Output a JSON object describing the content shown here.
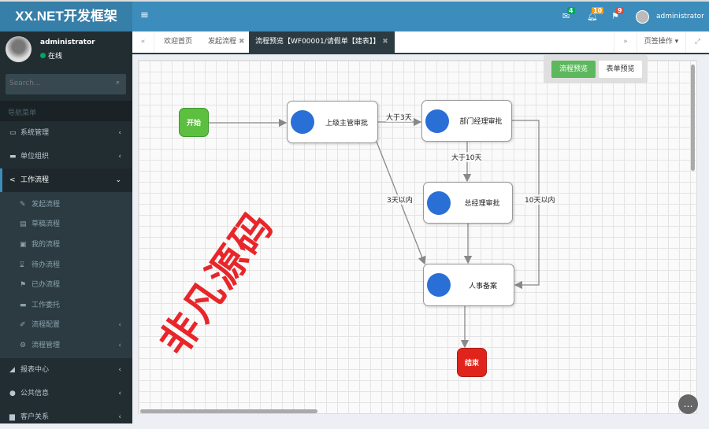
{
  "app": {
    "logo": "XX.NET开发框架",
    "menu_toggle": "≡"
  },
  "topbar": {
    "mail_count": "4",
    "bell_count": "10",
    "flag_count": "9",
    "user": "administrator",
    "colors": {
      "bar": "#3c8dbc",
      "mail": "#00a65a",
      "bell": "#f39c12",
      "flag": "#dd4b39"
    }
  },
  "user_panel": {
    "name": "administrator",
    "status": "在线"
  },
  "search": {
    "placeholder": "Search..."
  },
  "nav_header": "导航菜单",
  "menu": [
    {
      "label": "系统管理",
      "icon": "desktop-icon"
    },
    {
      "label": "单位组织",
      "icon": "laptop-icon"
    },
    {
      "label": "工作流程",
      "icon": "share-icon",
      "expanded": true
    },
    {
      "label": "报表中心",
      "icon": "area-chart-icon"
    },
    {
      "label": "公共信息",
      "icon": "globe-icon"
    },
    {
      "label": "客户关系",
      "icon": "briefcase-icon"
    }
  ],
  "submenu": [
    {
      "label": "发起流程",
      "icon": "edit-icon"
    },
    {
      "label": "草稿流程",
      "icon": "file-icon"
    },
    {
      "label": "我的流程",
      "icon": "file-image-icon"
    },
    {
      "label": "待办流程",
      "icon": "hourglass-icon"
    },
    {
      "label": "已办流程",
      "icon": "flag-icon"
    },
    {
      "label": "工作委托",
      "icon": "laptop-icon"
    },
    {
      "label": "流程配置",
      "icon": "wrench-icon",
      "has_children": true
    },
    {
      "label": "流程管理",
      "icon": "cogs-icon",
      "has_children": true
    }
  ],
  "tabs": [
    {
      "label": "欢迎首页"
    },
    {
      "label": "发起流程",
      "closable": true
    },
    {
      "label": "流程预览【WF00001/请假单【建表】】",
      "closable": true,
      "active": true
    }
  ],
  "tab_actions": {
    "label": "页签操作"
  },
  "preview_buttons": {
    "flow": "流程预览",
    "form": "表单预览"
  },
  "flow": {
    "nodes": {
      "start": "开始",
      "supervisor": "上级主管审批",
      "dept": "部门经理审批",
      "gm": "总经理审批",
      "hr": "人事备案",
      "end": "结束"
    },
    "edges": {
      "gt3": "大于3天",
      "gt10": "大于10天",
      "le3": "3天以内",
      "le10": "10天以内"
    },
    "colors": {
      "start": "#5cbf40",
      "end": "#e0241c",
      "avatar": "#2a6fd6"
    }
  },
  "watermark": "非凡源码"
}
